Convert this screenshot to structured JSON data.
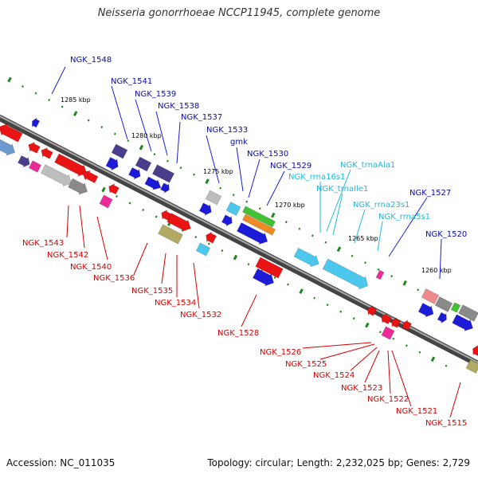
{
  "title": "Neisseria gonorrhoeae NCCP11945, complete genome",
  "footer": {
    "accession": "Accession: NC_011035",
    "summary": "Topology: circular; Length: 2,232,025 bp; Genes: 2,729"
  },
  "colors": {
    "blue": "#1c1cd8",
    "red": "#ea1414",
    "cyan": "#4cc8ee",
    "navy": "#4a3e8c",
    "grey": "#8a8a8a",
    "lightgrey": "#bdbdbd",
    "magenta": "#ee2a9a",
    "olive": "#b2aa62",
    "green": "#44c033",
    "orange": "#ee8a24",
    "salmon": "#f08a8a",
    "steel": "#6a9ad0"
  },
  "scale": {
    "ticks": [
      "1285 kbp",
      "1280 kbp",
      "1275 kbp",
      "1270 kbp",
      "1265 kbp",
      "1260 kbp"
    ]
  },
  "labels": {
    "top_blue": [
      "NGK_1548",
      "NGK_1541",
      "NGK_1539",
      "NGK_1538",
      "NGK_1537",
      "NGK_1533",
      "gmk",
      "NGK_1530",
      "NGK_1529",
      "NGK_1527",
      "NGK_1520"
    ],
    "top_cyan": [
      "NGK_trnaAla1",
      "NGK_rrna16s1",
      "NGK_trnaIle1",
      "NGK_rrna23s1",
      "NGK_rrna5s1"
    ],
    "bottom_red": [
      "NGK_1543",
      "NGK_1542",
      "NGK_1540",
      "NGK_1536",
      "NGK_1535",
      "NGK_1534",
      "NGK_1532",
      "NGK_1528",
      "NGK_1526",
      "NGK_1525",
      "NGK_1524",
      "NGK_1523",
      "NGK_1522",
      "NGK_1521",
      "NGK_1515"
    ]
  }
}
